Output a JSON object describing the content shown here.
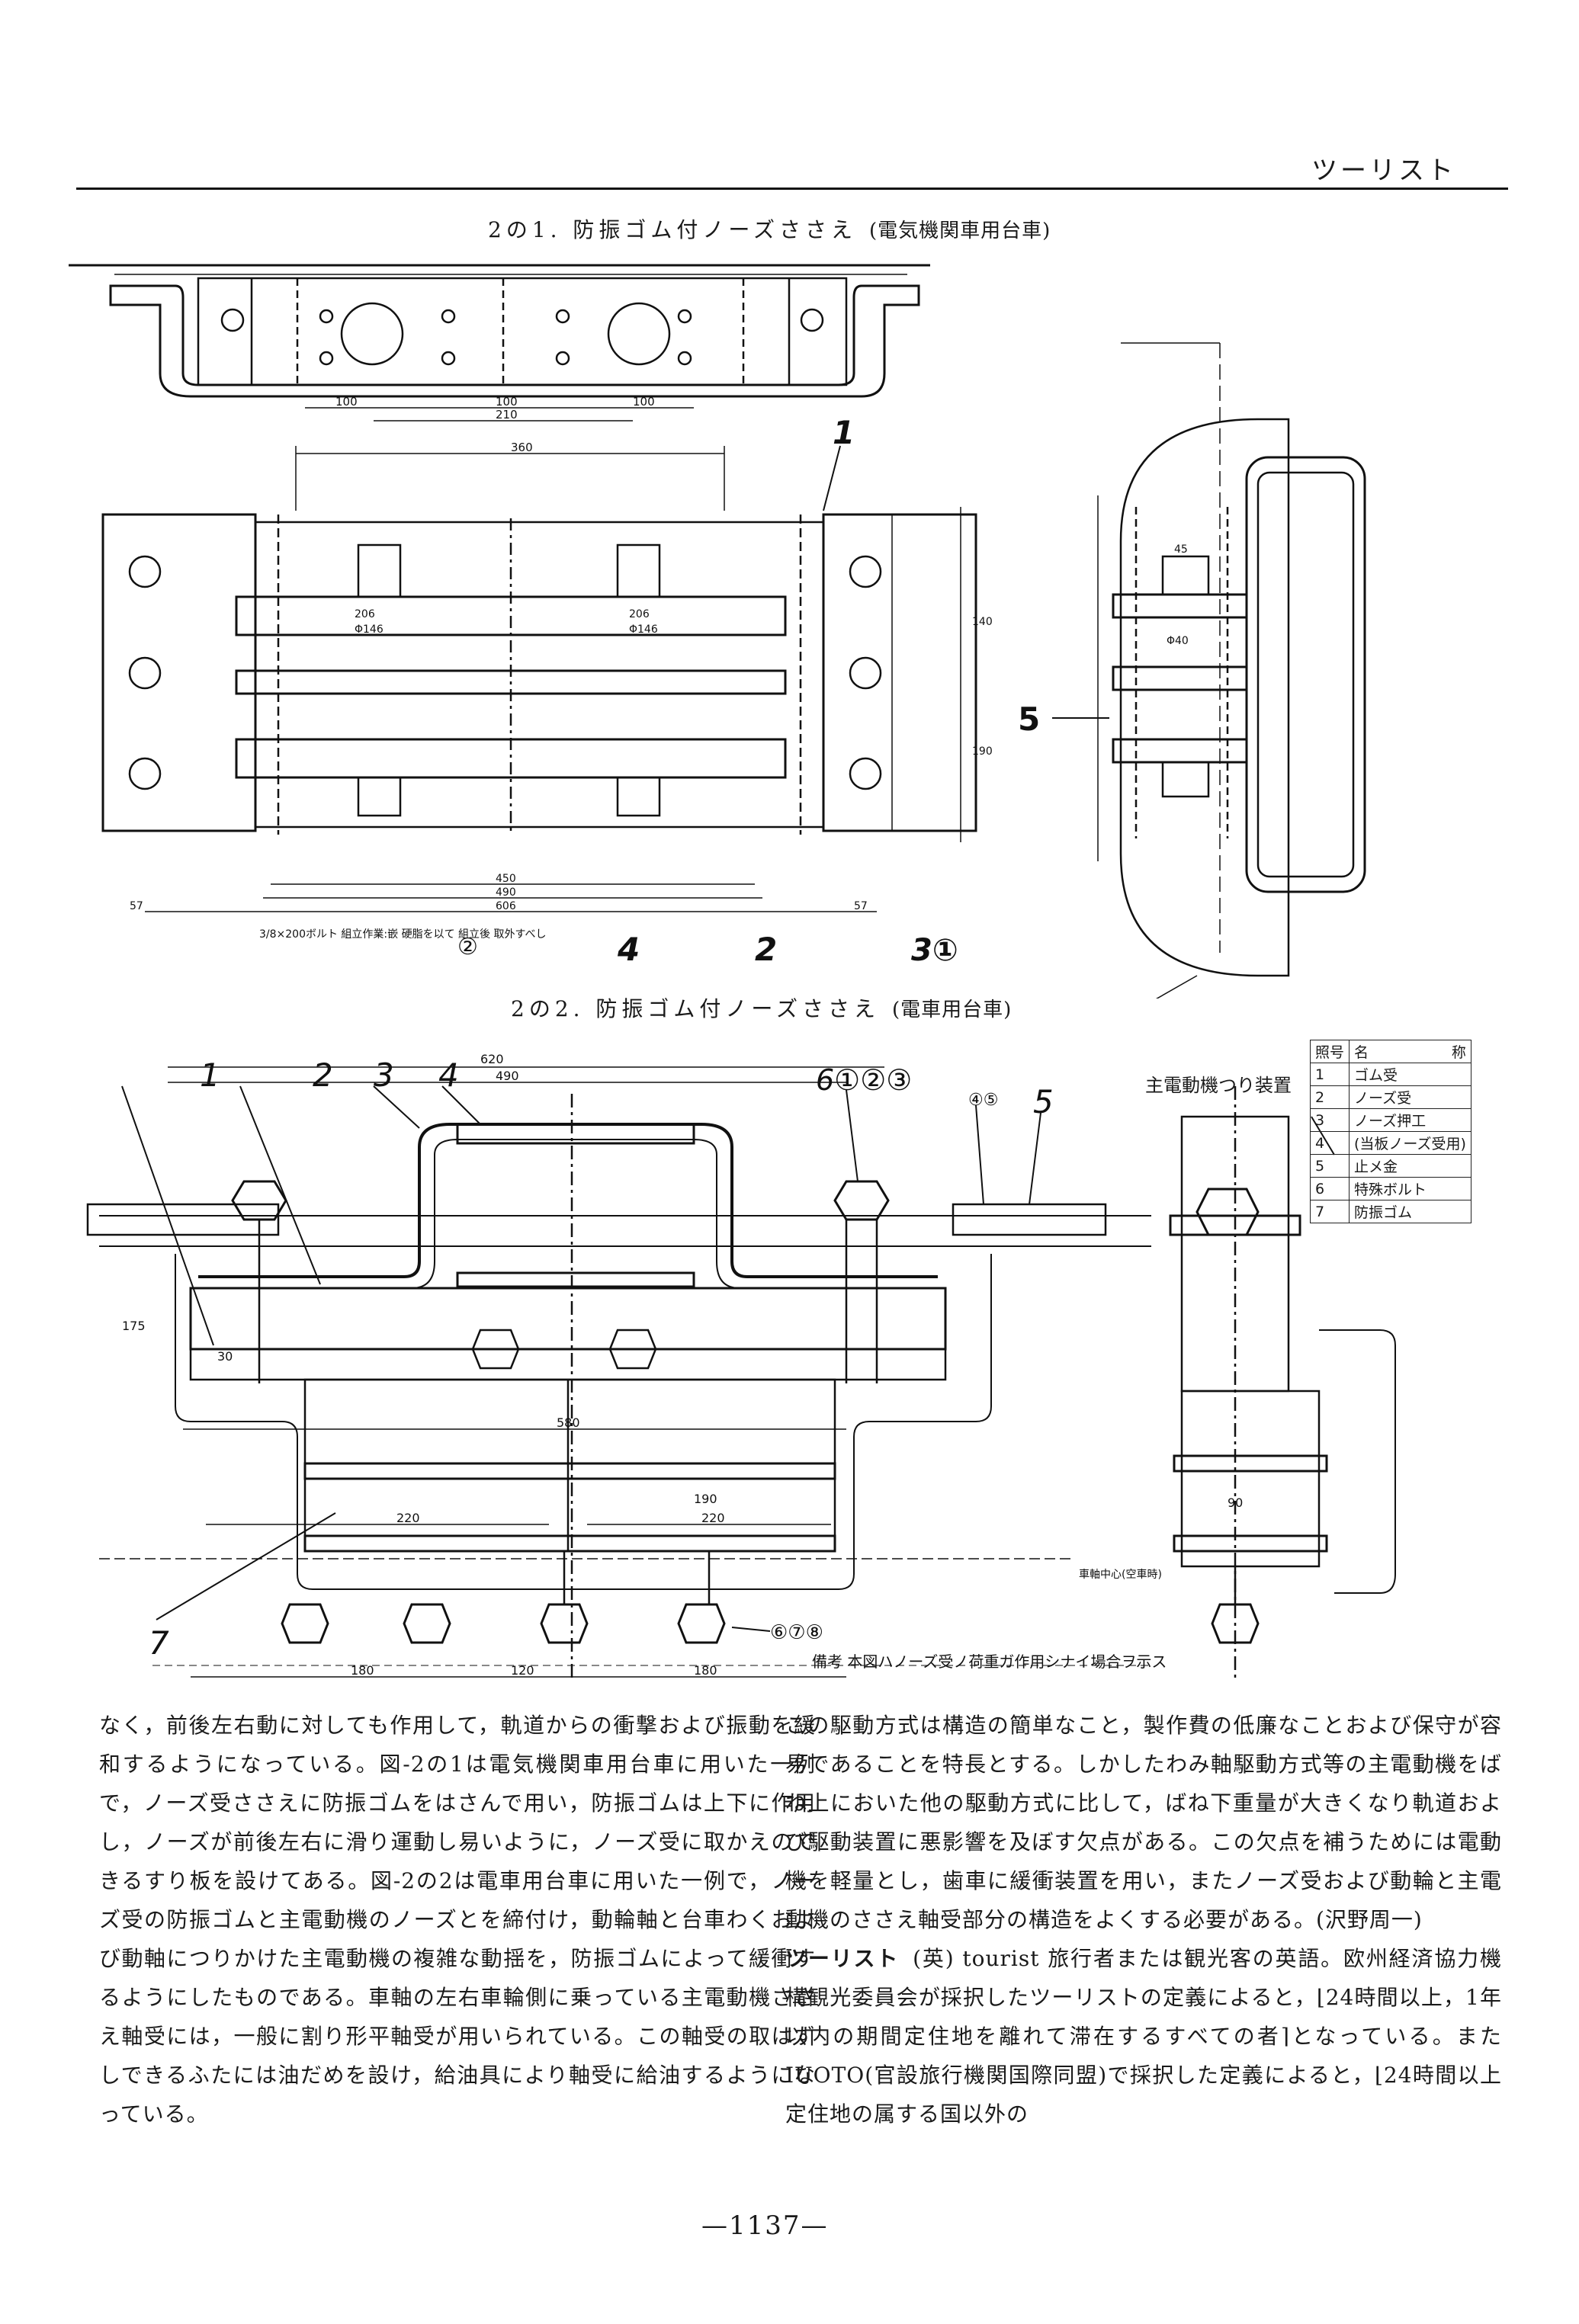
{
  "running_head": "ツーリスト",
  "figure1": {
    "caption": "2の1. 防振ゴム付ノーズささえ",
    "caption_paren": "(電気機関車用台車)",
    "dims": {
      "d100a": "100",
      "d100b": "100",
      "d100c": "100",
      "d210": "210",
      "d360": "360",
      "d206a": "206",
      "d206b": "206",
      "d146a": "Φ146",
      "d146b": "Φ146",
      "d450": "450",
      "d490": "490",
      "d606": "606",
      "d57a": "57",
      "d57b": "57",
      "d140": "140",
      "d190": "190",
      "d45": "45",
      "d40": "Φ40"
    },
    "note": "3/8×200ボルト 組立作業:嵌 硬脂を以て 組立後 取外すべし",
    "labels": {
      "l1": "1",
      "l2": "2",
      "l2c": "②",
      "l3": "3①",
      "l4": "4",
      "l5": "5"
    }
  },
  "figure2": {
    "caption": "2の2. 防振ゴム付ノーズささえ",
    "caption_paren": "(電車用台車)",
    "dims": {
      "d620": "620",
      "d490": "490",
      "d580": "580",
      "d220a": "220",
      "d220b": "220",
      "d190": "190",
      "d180a": "180",
      "d120": "120",
      "d180b": "180",
      "d175": "175",
      "d30": "30",
      "d90": "90"
    },
    "labels": {
      "l1": "1",
      "l2": "2",
      "l3": "3",
      "l4": "4",
      "l45": "④⑤",
      "l5": "5",
      "l6": "6①②③",
      "l7": "7",
      "l678": "⑥⑦⑧"
    },
    "axle_note": "車軸中心(空車時)",
    "remark": "備考 本図ハノーズ受ノ荷重ガ作用シナイ場合ヲ示ス",
    "parts_heading": "主電動機つり装置",
    "parts_table": {
      "headers": [
        "照号",
        "名",
        "称"
      ],
      "rows": [
        [
          "1",
          "ゴム受"
        ],
        [
          "2",
          "ノーズ受"
        ],
        [
          "3",
          "ノーズ押工"
        ],
        [
          "4",
          "(当板ノーズ受用)"
        ],
        [
          "5",
          "止メ金"
        ],
        [
          "6",
          "特殊ボルト"
        ],
        [
          "7",
          "防振ゴム"
        ]
      ]
    }
  },
  "body_left": "なく，前後左右動に対しても作用して，軌道からの衝撃および振動を緩和するようになっている。図-2の1は電気機関車用台車に用いた一例で，ノーズ受ささえに防振ゴムをはさんで用い，防振ゴムは上下に作用し，ノーズが前後左右に滑り運動し易いように，ノーズ受に取かえのできるすり板を設けてある。図-2の2は電車用台車に用いた一例で，ノーズ受の防振ゴムと主電動機のノーズとを締付け，動輪軸と台車わくおよび動軸につりかけた主電動機の複雑な動揺を，防振ゴムによって緩衝するようにしたものである。車軸の左右車輪側に乗っている主電動機ささえ軸受には，一般に割り形平軸受が用いられている。この軸受の取はずしできるふたには油だめを設け，給油具により軸受に給油するようになっている。",
  "body_right": "この駆動方式は構造の簡単なこと，製作費の低廉なことおよび保守が容易であることを特長とする。しかしたわみ軸駆動方式等の主電動機をばね上においた他の駆動方式に比して，ばね下重量が大きくなり軌道および駆動装置に悪影響を及ぼす欠点がある。この欠点を補うためには電動機を軽量とし，歯車に緩衝装置を用い，またノーズ受および動輪と主電動機のささえ軸受部分の構造をよくする必要がある。(沢野周一)",
  "entry_term": "ツーリスト",
  "entry_body": "(英) tourist 旅行者または観光客の英語。欧州経済協力機構観光委員会が採択したツーリストの定義によると，⌊24時間以上，1年以内の期間定住地を離れて滞在するすべての者⌉となっている。またIUOTO(官設旅行機関国際同盟)で採択した定義によると，⌊24時間以上定住地の属する国以外の",
  "page_number": "—1137—"
}
